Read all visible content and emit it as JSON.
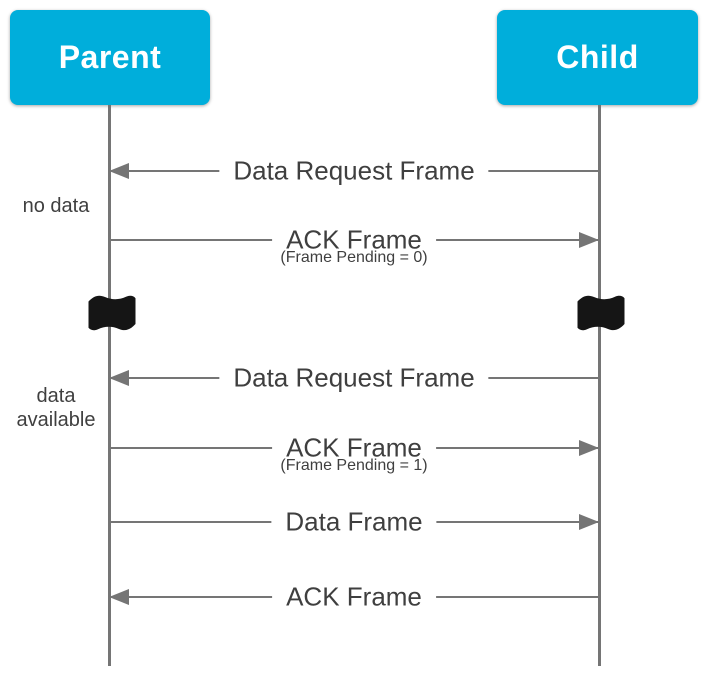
{
  "diagram": {
    "actors": [
      {
        "name": "Parent"
      },
      {
        "name": "Child"
      }
    ],
    "messages": [
      {
        "label": "Data Request Frame",
        "sublabel": "",
        "from": "Child",
        "to": "Parent"
      },
      {
        "label": "ACK Frame",
        "sublabel": "(Frame Pending = 0)",
        "from": "Parent",
        "to": "Child"
      },
      {
        "label": "Data Request Frame",
        "sublabel": "",
        "from": "Child",
        "to": "Parent"
      },
      {
        "label": "ACK Frame",
        "sublabel": "(Frame Pending = 1)",
        "from": "Parent",
        "to": "Child"
      },
      {
        "label": "Data Frame",
        "sublabel": "",
        "from": "Parent",
        "to": "Child"
      },
      {
        "label": "ACK Frame",
        "sublabel": "",
        "from": "Child",
        "to": "Parent"
      }
    ],
    "annotations": [
      {
        "text": "no data"
      },
      {
        "text": "data available"
      }
    ],
    "icons": {
      "break_marker": "flag-icon"
    },
    "colors": {
      "actor_fill": "#00aedb",
      "actor_text": "#ffffff",
      "line": "#757575",
      "text": "#3f3f3f",
      "flag": "#151515",
      "background": "#ffffff"
    }
  }
}
